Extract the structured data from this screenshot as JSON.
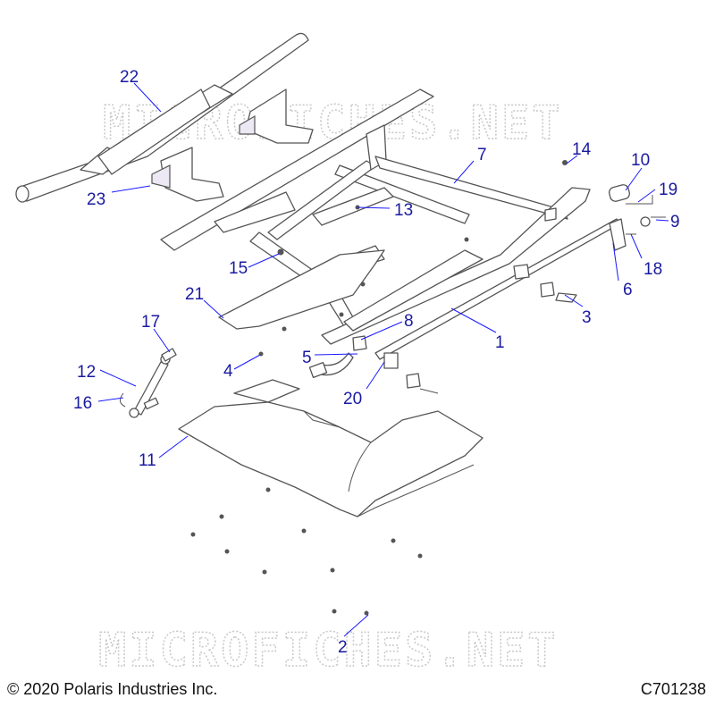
{
  "watermark": "MICROFICHES.NET",
  "footer": {
    "copyright": "© 2020 Polaris Industries Inc.",
    "drawing_id": "C701238"
  },
  "callouts": {
    "c1": "1",
    "c2": "2",
    "c3": "3",
    "c4": "4",
    "c5": "5",
    "c6": "6",
    "c7": "7",
    "c8": "8",
    "c9": "9",
    "c10": "10",
    "c11": "11",
    "c12": "12",
    "c13": "13",
    "c14": "14",
    "c15": "15",
    "c16": "16",
    "c17": "17",
    "c18": "18",
    "c19": "19",
    "c20": "20",
    "c21": "21",
    "c22": "22",
    "c23": "23"
  },
  "colors": {
    "callout": "#1a1aa0",
    "leader": "#1a1aff",
    "line_art": "#555555"
  }
}
